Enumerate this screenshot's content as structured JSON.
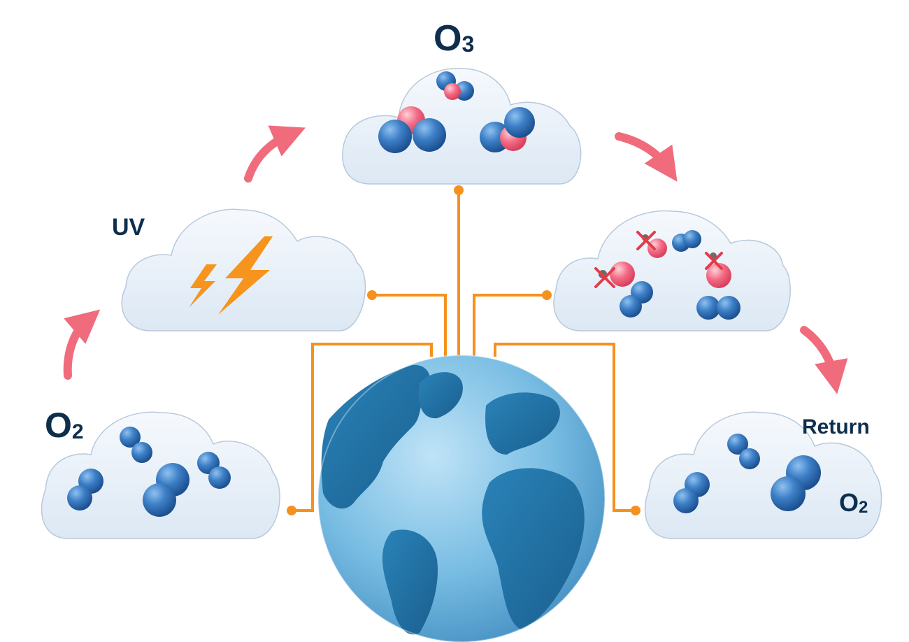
{
  "labels": {
    "o3": "O",
    "o3_sub": "3",
    "uv": "UV",
    "o2_left": "O",
    "o2_left_sub": "2",
    "return": "Return",
    "o2_right": "O",
    "o2_right_sub": "2"
  },
  "colors": {
    "oxygen_blue": "#2d6db3",
    "ozone_red": "#f0607a",
    "arrow_pink": "#f06b7c",
    "wire_orange": "#f5911e",
    "bolt_orange": "#f7941d",
    "label_navy": "#0d2e4d",
    "cloud_fill": "#e9f1f9"
  },
  "icons": {
    "bolt": "lightning-bolt-icon",
    "globe": "earth-globe-icon",
    "cross": "red-x-icon"
  }
}
